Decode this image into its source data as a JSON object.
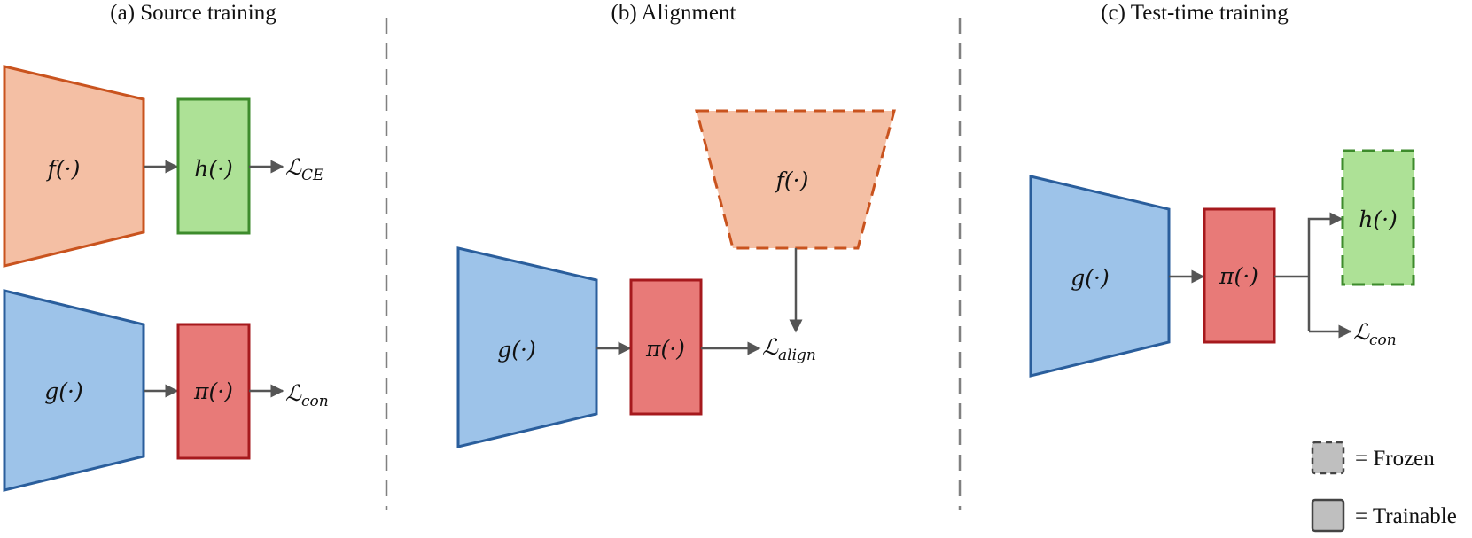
{
  "panels": {
    "source": {
      "title": "(a) Source training"
    },
    "alignment": {
      "title": "(b) Alignment"
    },
    "test_time": {
      "title": "(c) Test-time training"
    }
  },
  "modules": {
    "f": "f(·)",
    "h": "h(·)",
    "g": "g(·)",
    "pi": "π(·)"
  },
  "losses": {
    "script_L": "ℒ",
    "ce": "CE",
    "con": "con",
    "align": "align"
  },
  "legend": {
    "frozen": "= Frozen",
    "trainable": "= Trainable"
  },
  "colors": {
    "orange_fill": "#F4BFA4",
    "orange_stroke": "#C9531E",
    "green_fill": "#ADE196",
    "green_stroke": "#3D8B2C",
    "blue_fill": "#9DC3E9",
    "blue_stroke": "#2A5E9C",
    "red_fill": "#E87A78",
    "red_stroke": "#A6191D",
    "arrow": "#555555",
    "divider": "#808080",
    "legend_fill": "#BFBFBF",
    "legend_stroke": "#444444"
  }
}
